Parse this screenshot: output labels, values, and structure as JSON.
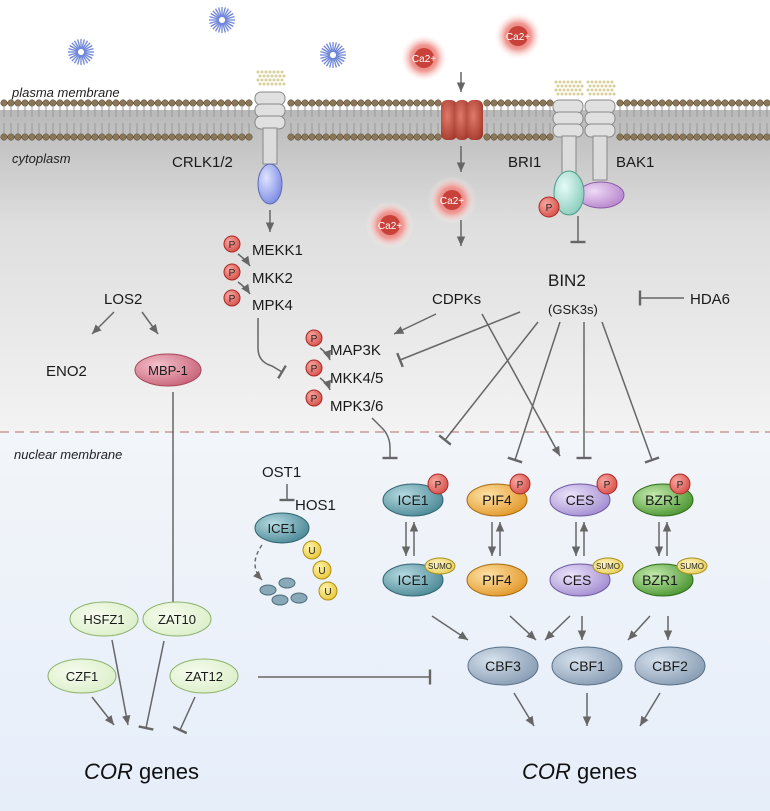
{
  "regions": {
    "plasma_membrane": "plasma membrane",
    "cytoplasm": "cytoplasm",
    "nuclear_membrane": "nuclear membrane"
  },
  "ion": "Ca2+",
  "receptors": {
    "crlk": "CRLK1/2",
    "bri1": "BRI1",
    "bak1": "BAK1"
  },
  "cascade1": [
    "MEKK1",
    "MKK2",
    "MPK4"
  ],
  "cascade2": [
    "MAP3K",
    "MKK4/5",
    "MPK3/6"
  ],
  "cdpks": "CDPKs",
  "bin2": {
    "name": "BIN2",
    "sub": "(GSK3s)"
  },
  "hda6": "HDA6",
  "los2": "LOS2",
  "eno2": "ENO2",
  "mbp1": "MBP-1",
  "ost1": "OST1",
  "hos1": "HOS1",
  "ice1": "ICE1",
  "pif4": "PIF4",
  "ces": "CES",
  "bzr1": "BZR1",
  "phospho": "P",
  "ubiquitin": "U",
  "sumo": "SUMO",
  "tfs": [
    "HSFZ1",
    "ZAT10",
    "CZF1",
    "ZAT12"
  ],
  "cbfs": [
    "CBF3",
    "CBF1",
    "CBF2"
  ],
  "cor": {
    "italic": "COR",
    "rest": " genes"
  },
  "colors": {
    "cytoplasm_top": "#bdbdbd",
    "nucleus": "#eaf1fb",
    "teal": "#5f9aa6",
    "orange": "#f0a53a",
    "lilac": "#b7a2dc",
    "green": "#5aa83a",
    "cbf": "#9aaec2",
    "light_green": "#e5f4d6",
    "pink": "#d9758a",
    "phospho": "#e35050"
  }
}
